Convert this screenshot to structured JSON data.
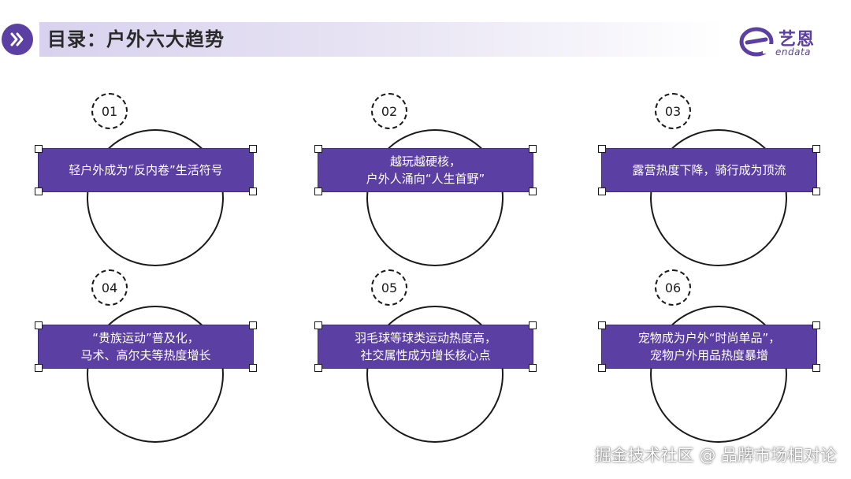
{
  "header": {
    "title": "目录：户外六大趋势",
    "icon": "double-chevron-right-icon",
    "accent": "#5b3fa3"
  },
  "logo": {
    "name": "艺恩",
    "sub": "endata",
    "icon": "endata-e-logo-icon"
  },
  "items": [
    {
      "number": "01",
      "label": "轻户外成为“反内卷”生活符号"
    },
    {
      "number": "02",
      "label": "越玩越硬核，\n户外人涌向“人生首野”"
    },
    {
      "number": "03",
      "label": "露营热度下降，骑行成为顶流"
    },
    {
      "number": "04",
      "label": "“贵族运动”普及化，\n马术、高尔夫等热度增长"
    },
    {
      "number": "05",
      "label": "羽毛球等球类运动热度高，\n社交属性成为增长核心点"
    },
    {
      "number": "06",
      "label": "宠物成为户外“时尚单品”，\n宠物户外用品热度暴增"
    }
  ],
  "watermark": "掘金技术社区 @ 品牌市场相对论",
  "colors": {
    "box": "#5b3fa3",
    "ring": "#1a1a1a"
  }
}
